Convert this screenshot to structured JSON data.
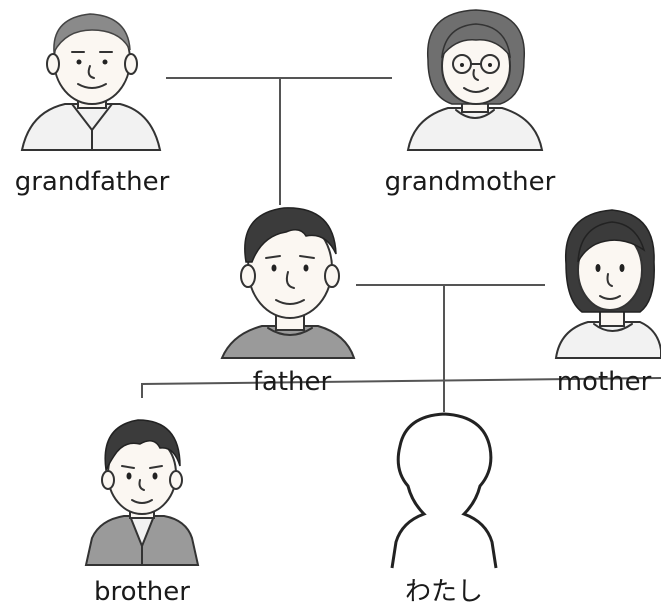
{
  "people": {
    "grandfather": "grandfather",
    "grandmother": "grandmother",
    "father": "father",
    "mother": "mother",
    "brother": "brother",
    "me": "わたし"
  }
}
